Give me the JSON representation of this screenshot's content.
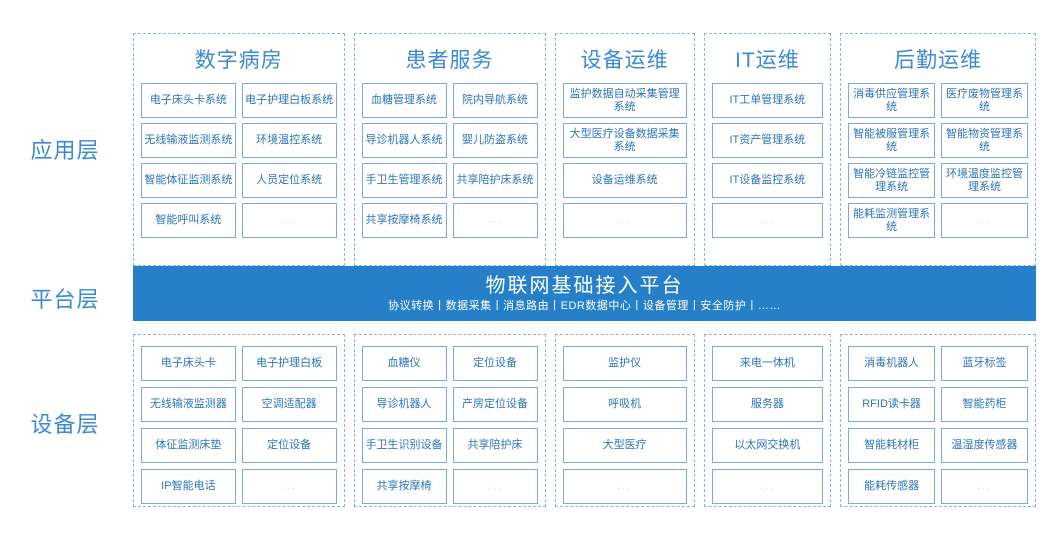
{
  "layers": {
    "application_label": "应用层",
    "platform_label": "平台层",
    "device_label": "设备层"
  },
  "colors": {
    "platform_band": "#2580c9",
    "heading_blue": "#3d8ad4",
    "box_border": "#7aa9dd",
    "box_text": "#2e75b6",
    "column_dash": "#8ab4e0",
    "ellipsis_grey": "#c9ddf1"
  },
  "platform": {
    "title": "物联网基础接入平台",
    "subtitle": "协议转换丨数据采集丨消息路由丨EDR数据中心丨设备管理丨安全防护丨……"
  },
  "application_columns": [
    {
      "title": "数字病房",
      "layout": "two",
      "items": [
        "电子床头卡系统",
        "电子护理白板系统",
        "无线输液监测系统",
        "环境温控系统",
        "智能体征监测系统",
        "人员定位系统",
        "智能呼叫系统",
        "..."
      ]
    },
    {
      "title": "患者服务",
      "layout": "two",
      "items": [
        "血糖管理系统",
        "院内导航系统",
        "导诊机器人系统",
        "婴儿防盗系统",
        "手卫生管理系统",
        "共享陪护床系统",
        "共享按摩椅系统",
        "..."
      ]
    },
    {
      "title": "设备运维",
      "layout": "one",
      "items": [
        "监护数据自动采集管理系统",
        "大型医疗设备数据采集系统",
        "设备运维系统",
        "..."
      ]
    },
    {
      "title": "IT运维",
      "layout": "one",
      "items": [
        "IT工单管理系统",
        "IT资产管理系统",
        "IT设备监控系统",
        "..."
      ]
    },
    {
      "title": "后勤运维",
      "layout": "two",
      "items": [
        "消毒供应管理系统",
        "医疗废物管理系统",
        "智能被服管理系统",
        "智能物资管理系统",
        "智能冷链监控管理系统",
        "环境温度监控管理系统",
        "能耗监测管理系统",
        "..."
      ]
    }
  ],
  "device_columns": [
    {
      "layout": "two",
      "items": [
        "电子床头卡",
        "电子护理白板",
        "无线输液监测器",
        "空调适配器",
        "体征监测床垫",
        "定位设备",
        "IP智能电话",
        "..."
      ]
    },
    {
      "layout": "two",
      "items": [
        "血糖仪",
        "定位设备",
        "导诊机器人",
        "产房定位设备",
        "手卫生识别设备",
        "共享陪护床",
        "共享按摩椅",
        "..."
      ]
    },
    {
      "layout": "one",
      "items": [
        "监护仪",
        "呼吸机",
        "大型医疗",
        "..."
      ]
    },
    {
      "layout": "one",
      "items": [
        "来电一体机",
        "服务器",
        "以太网交换机",
        "..."
      ]
    },
    {
      "layout": "two",
      "items": [
        "消毒机器人",
        "蓝牙标签",
        "RFID读卡器",
        "智能药柜",
        "智能耗材柜",
        "温湿度传感器",
        "能耗传感器",
        "..."
      ]
    }
  ]
}
